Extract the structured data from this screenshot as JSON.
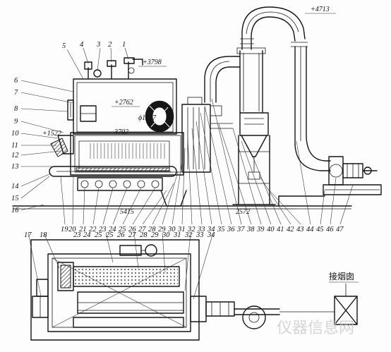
{
  "figure": {
    "upper_callouts": [
      "5",
      "4",
      "3",
      "2",
      "1"
    ],
    "left_callouts": [
      "6",
      "7",
      "8",
      "9",
      "10",
      "11",
      "12",
      "13",
      "14",
      "15",
      "16"
    ],
    "bottom_callouts": [
      "19",
      "20",
      "21",
      "22",
      "23",
      "24",
      "25",
      "26",
      "27",
      "28",
      "29",
      "30",
      "31",
      "32",
      "33",
      "34",
      "35",
      "36",
      "37",
      "38",
      "39",
      "40",
      "41",
      "42",
      "43",
      "44",
      "45",
      "46",
      "47"
    ],
    "plan_callouts": [
      "17",
      "18",
      "23",
      "24",
      "25",
      "25",
      "26",
      "27",
      "28",
      "29",
      "30",
      "31",
      "32",
      "33",
      "34"
    ],
    "elevations": {
      "top": "+4713",
      "drum_top": "+3798",
      "drum_center": "+2762",
      "left_level": "+1522",
      "diameter": "ϕ1827"
    },
    "dimensions": {
      "grate": "3702",
      "length": "5415",
      "right_length": "2572"
    },
    "plan_label": "接烟囱",
    "watermark": "仪器信息网"
  },
  "colors": {
    "ink": "#151515",
    "paper": "#fdfdfd",
    "watermark": "#c8c8c8"
  }
}
